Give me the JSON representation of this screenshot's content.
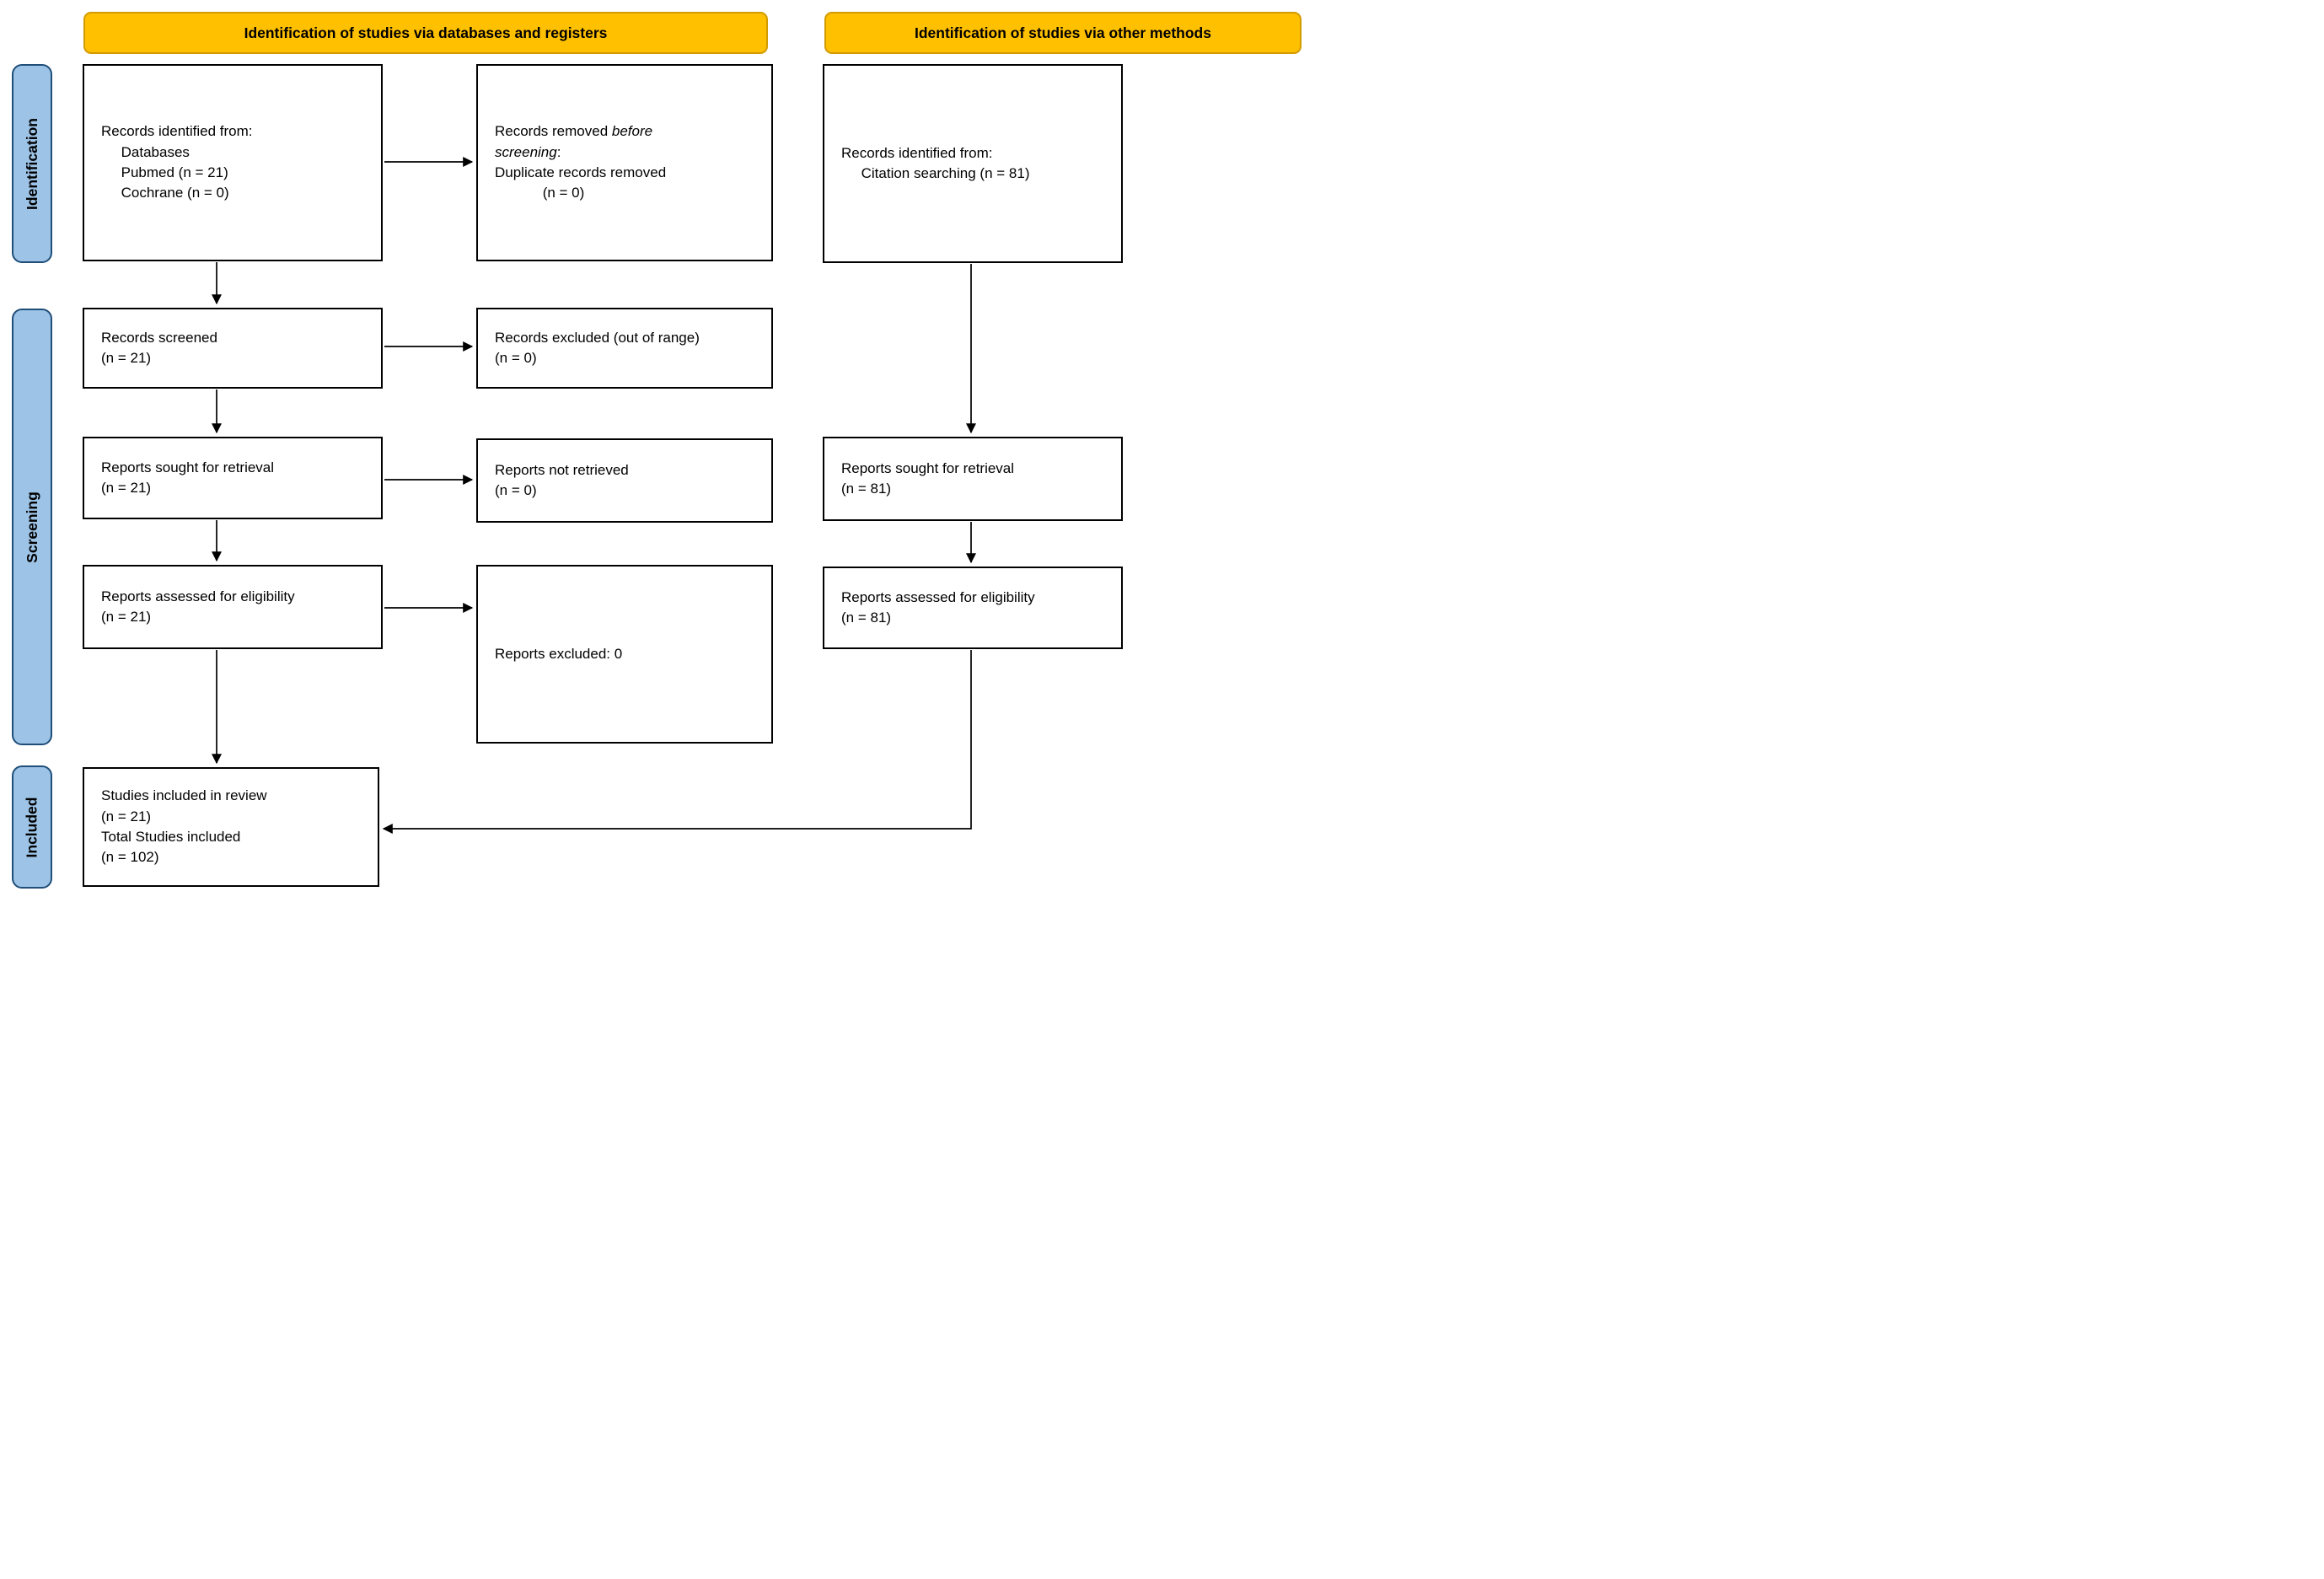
{
  "headers": {
    "databases_registers": "Identification of studies via databases and registers",
    "other_methods": "Identification of studies via other methods"
  },
  "stage_labels": {
    "identification": "Identification",
    "screening": "Screening",
    "included": "Included"
  },
  "database_column": {
    "records_identified": "Records identified from:\n     Databases\n     Pubmed (n = 21)\n     Cochrane (n = 0)",
    "records_screened": "Records screened\n(n = 21)",
    "reports_sought": "Reports sought for retrieval\n(n = 21)",
    "reports_assessed": "Reports assessed for eligibility\n(n = 21)",
    "studies_included": "Studies included in review\n(n = 21)\nTotal Studies included\n(n = 102)"
  },
  "exclusion_column": {
    "records_removed_prefix": "Records removed ",
    "records_removed_italic": "before\nscreening",
    "records_removed_rest": ":\nDuplicate records removed\n            (n = 0)",
    "records_excluded": "Records excluded (out of range)\n(n = 0)",
    "reports_not_retrieved": "Reports not retrieved\n(n = 0)",
    "reports_excluded": "Reports excluded: 0"
  },
  "other_methods_column": {
    "records_identified": "Records identified from:\n     Citation searching (n = 81)",
    "reports_sought": "Reports sought for retrieval\n(n = 81)",
    "reports_assessed": "Reports assessed for eligibility\n(n = 81)"
  },
  "colors": {
    "header_fill": "#FFC000",
    "header_border": "#D29B00",
    "stage_fill": "#9DC3E6",
    "stage_border": "#1F4E79",
    "box_border": "#000000",
    "arrow": "#000000"
  }
}
